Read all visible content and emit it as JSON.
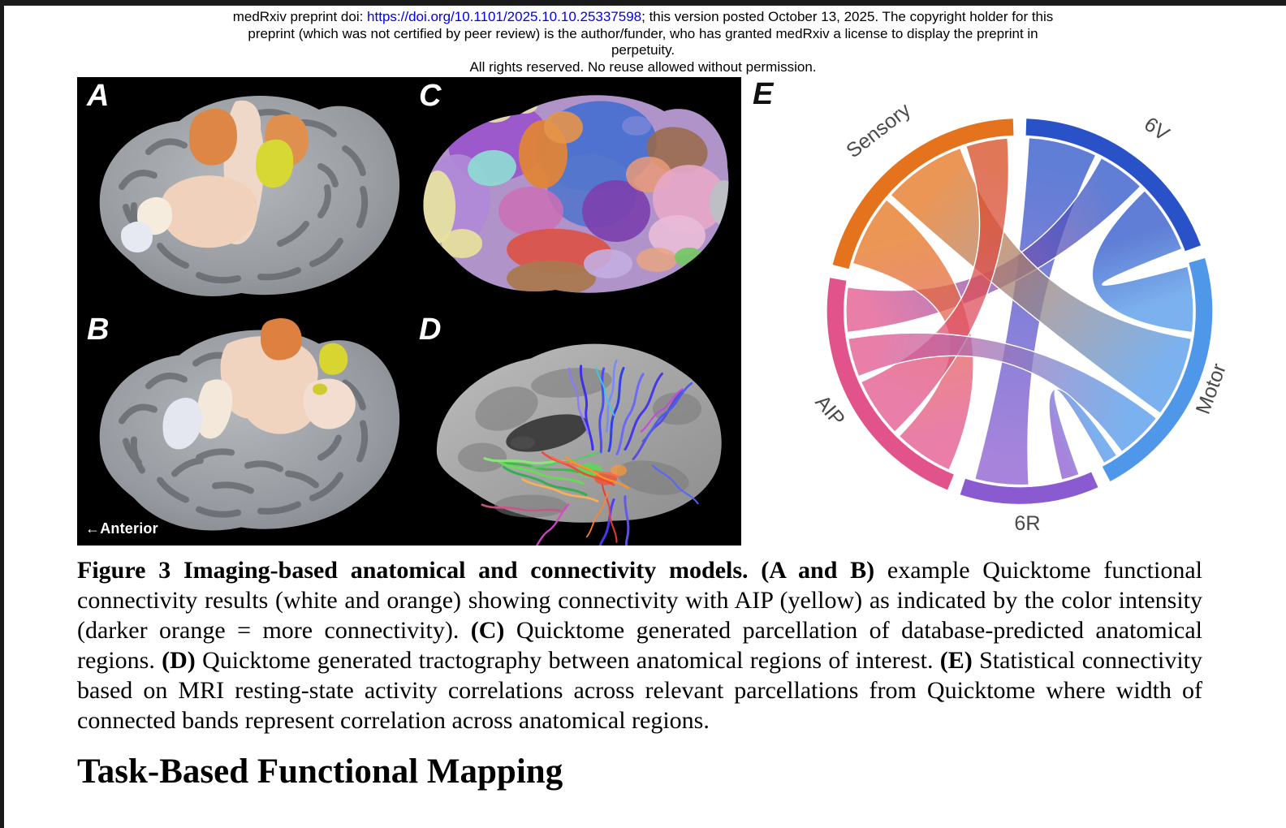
{
  "header": {
    "line1_prefix": "medRxiv preprint doi: ",
    "doi_link": "https://doi.org/10.1101/2025.10.10.25337598",
    "doi_color": "#0000ee",
    "line1_suffix": "; this version posted October 13, 2025. The copyright holder for this",
    "line2": "preprint (which was not certified by peer review) is the author/funder, who has granted medRxiv a license to display the preprint in",
    "line3": "perpetuity.",
    "line4": "All rights reserved. No reuse allowed without permission."
  },
  "figure": {
    "panels": {
      "a": {
        "label": "A"
      },
      "b": {
        "label": "B",
        "anterior_label": "←Anterior"
      },
      "c": {
        "label": "C"
      },
      "d": {
        "label": "D"
      },
      "e": {
        "label": "E"
      }
    }
  },
  "chart_data": {
    "type": "chord",
    "title": "Statistical connectivity chord diagram (panel E)",
    "nodes": [
      {
        "label": "Sensory",
        "color": "#e5731d",
        "start": 284,
        "end": 358,
        "label_angle": 322,
        "label_r": 295,
        "label_rot": -38
      },
      {
        "label": "6V",
        "color": "#2a52c8",
        "start": 2,
        "end": 70,
        "label_angle": 37,
        "label_r": 293,
        "label_rot": 35
      },
      {
        "label": "Motor",
        "color": "#4f97e8",
        "start": 74,
        "end": 152,
        "label_angle": 112,
        "label_r": 282,
        "label_rot": -70
      },
      {
        "label": "6R",
        "color": "#8a5ad0",
        "start": 156,
        "end": 198,
        "label_angle": 178,
        "label_r": 290,
        "label_rot": 0
      },
      {
        "label": "AIP",
        "color": "#e2538c",
        "start": 202,
        "end": 280,
        "label_angle": 242,
        "label_r": 292,
        "label_rot": 50
      }
    ],
    "links": [
      {
        "source": "6V",
        "target": "6R",
        "source_span": [
          3,
          26
        ],
        "target_span": [
          177,
          195
        ]
      },
      {
        "source": "6V",
        "target": "AIP",
        "source_span": [
          28,
          44
        ],
        "target_span": [
          263,
          278
        ]
      },
      {
        "source": "6V",
        "target": "Motor",
        "source_span": [
          46,
          69
        ],
        "target_span": [
          75,
          97
        ]
      },
      {
        "source": "Sensory",
        "target": "Motor",
        "source_span": [
          312,
          340
        ],
        "target_span": [
          99,
          126
        ]
      },
      {
        "source": "Sensory",
        "target": "AIP",
        "source_span": [
          286,
          310
        ],
        "target_span": [
          204,
          224
        ]
      },
      {
        "source": "Sensory",
        "target": "AIP",
        "source_span": [
          342,
          356
        ],
        "target_span": [
          226,
          246
        ],
        "source_color": "#d6491f"
      },
      {
        "source": "AIP",
        "target": "Motor",
        "source_span": [
          248,
          261
        ],
        "target_span": [
          128,
          144
        ]
      },
      {
        "source": "Motor",
        "target": "6R",
        "source_span": [
          146,
          151
        ],
        "target_span": [
          160,
          166
        ]
      }
    ]
  },
  "caption": {
    "bold1": "Figure 3 Imaging-based anatomical and connectivity models. (A and B)",
    "text1": " example Quicktome functional connectivity results (white and orange) showing connectivity with AIP (yellow) as indicated by the color intensity (darker orange = more connectivity). ",
    "bold2": "(C)",
    "text2": " Quicktome generated parcellation of database-predicted anatomical regions. ",
    "bold3": "(D)",
    "text3": " Quicktome generated tractography between anatomical regions of interest. ",
    "bold4": "(E)",
    "text4": " Statistical connectivity based on MRI resting-state activity correlations across relevant parcellations from Quicktome where width of connected bands represent correlation across anatomical regions."
  },
  "section_heading": "Task-Based Functional Mapping"
}
